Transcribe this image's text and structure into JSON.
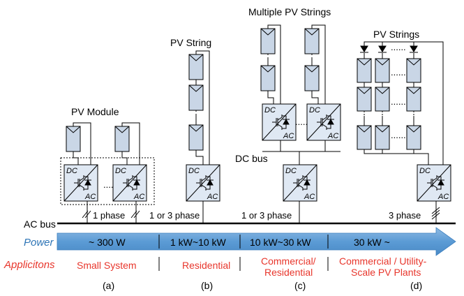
{
  "titles": {
    "pv_module": "PV Module",
    "pv_string": "PV String",
    "multiple_pv_strings": "Multiple PV Strings",
    "pv_strings": "PV Strings"
  },
  "converter": {
    "dc": "DC",
    "ac": "AC"
  },
  "dots": "......",
  "dc_bus": "DC bus",
  "ac_bus": "AC bus",
  "phases": [
    "1 phase",
    "1 or 3 phase",
    "1 or 3 phase",
    "3 phase"
  ],
  "power": {
    "label": "Power",
    "ranges": [
      "~ 300 W",
      "1 kW~10 kW",
      "10 kW~30 kW",
      "30 kW ~"
    ]
  },
  "applications": {
    "label": "Applicitons",
    "a": "Small System",
    "b": "Residential",
    "c1": "Commercial/",
    "c2": "Residential",
    "d1": "Commercial / Utility-",
    "d2": "Scale PV Plants"
  },
  "captions": [
    "(a)",
    "(b)",
    "(c)",
    "(d)"
  ],
  "colors": {
    "pv_fill": "#c9d6e6",
    "converter_fill": "#dfe8f3",
    "power_arrow": "#5b9bd5",
    "application_text": "#e8362c",
    "power_text": "#2e75b6"
  }
}
